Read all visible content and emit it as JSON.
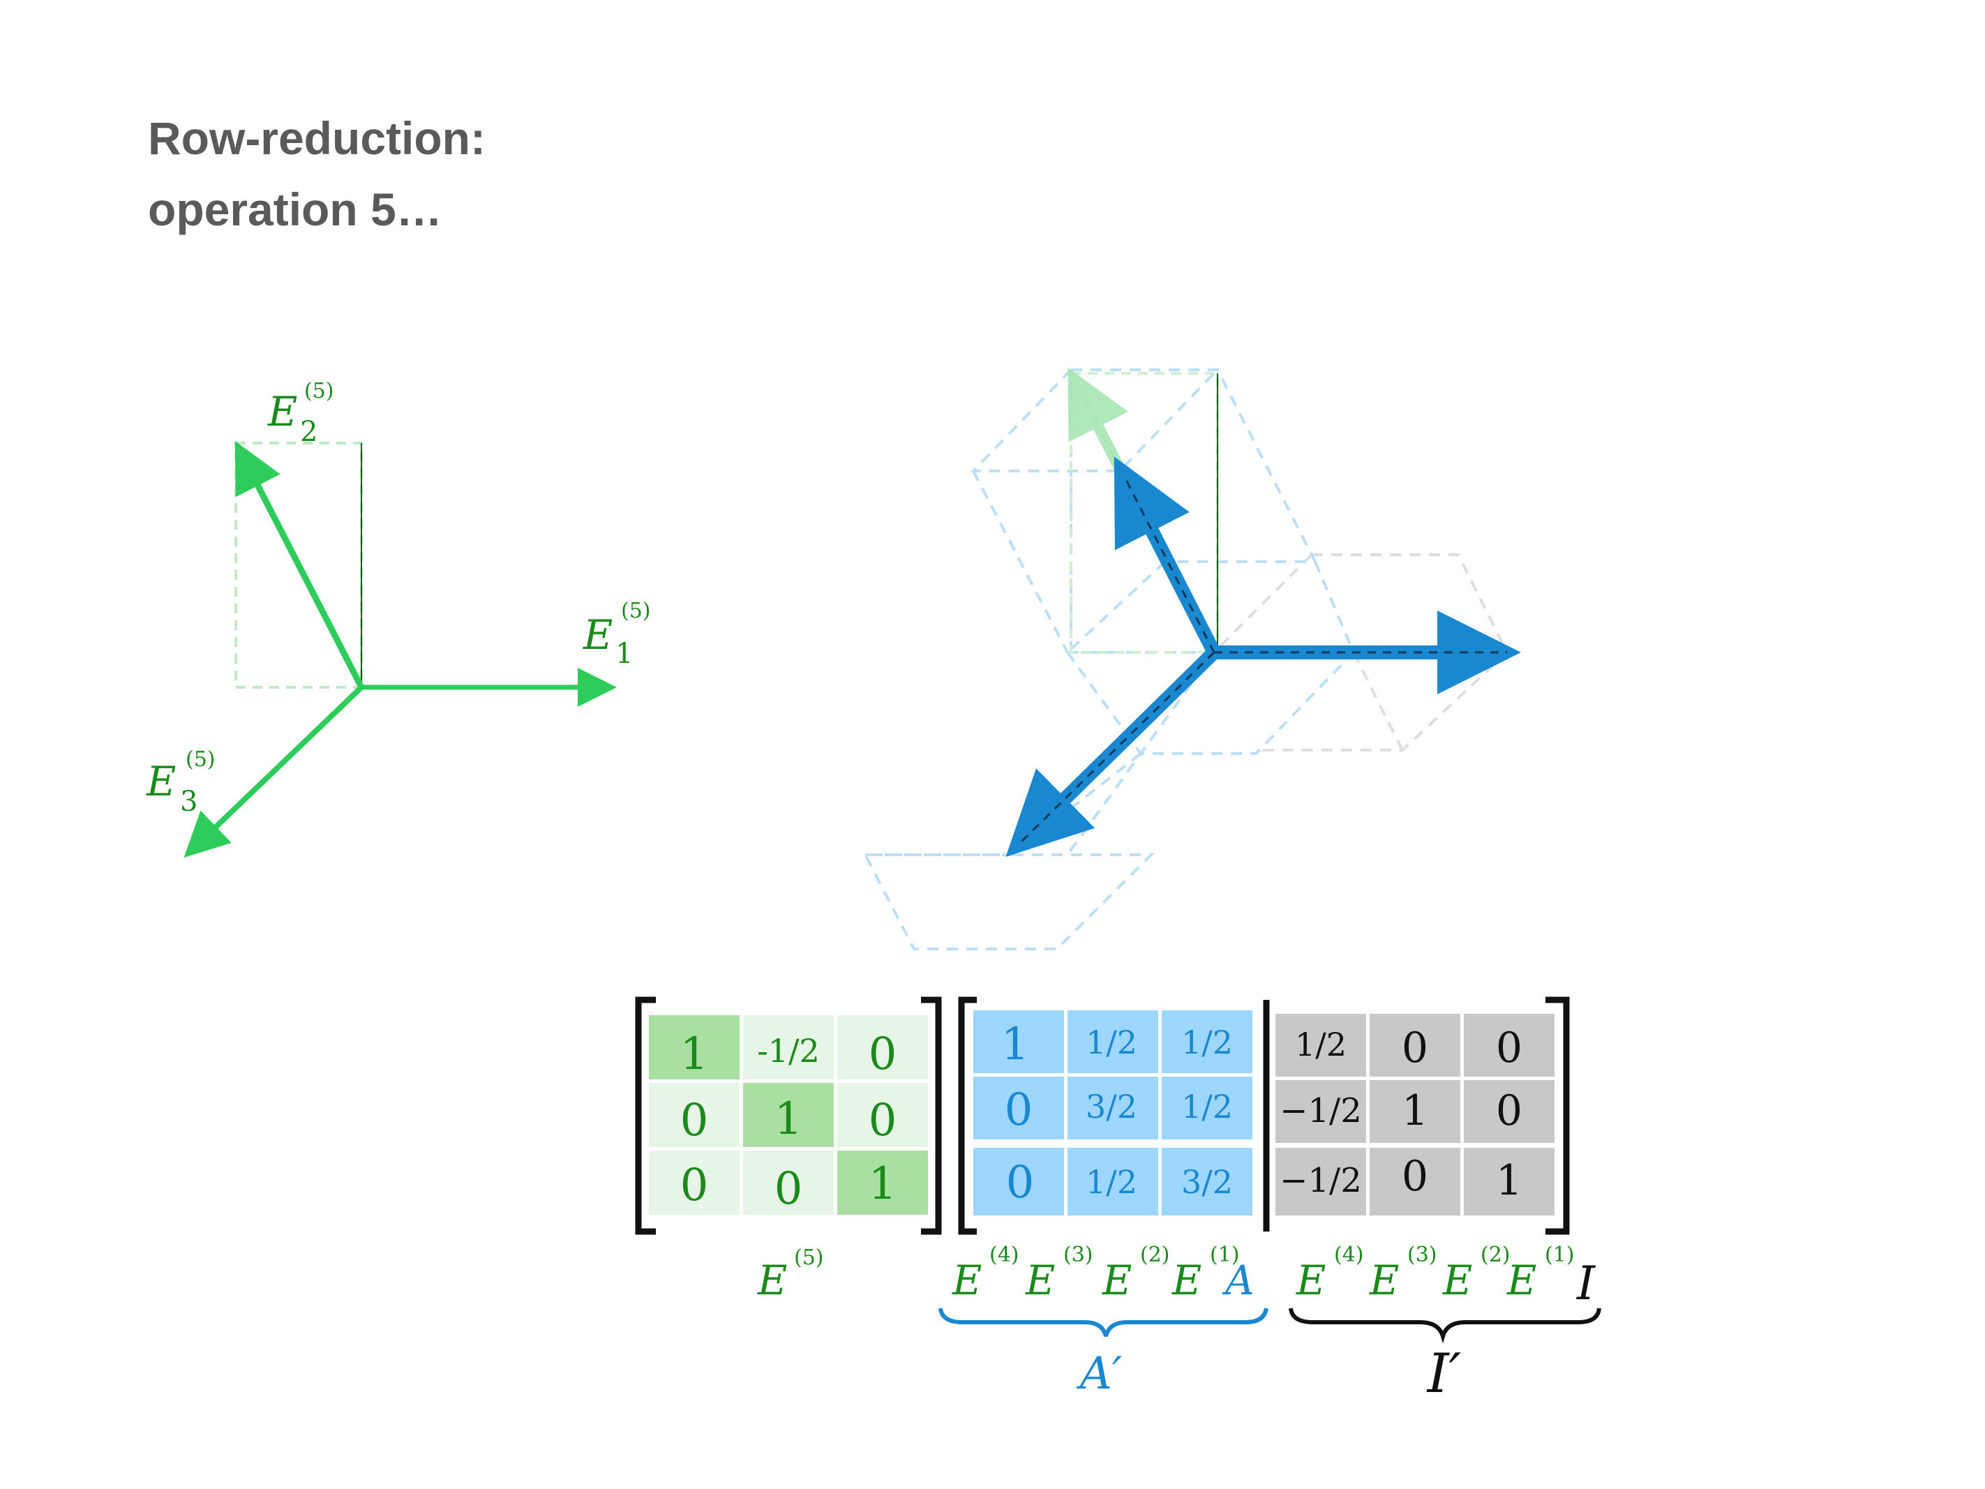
{
  "title": {
    "line1": "Row-reduction:",
    "line2": "operation 5…"
  },
  "colors": {
    "green": "#2ecc5a",
    "dark_green": "#1a8a1a",
    "blue": "#1a88d0",
    "light_blue": "#9dd6ff",
    "grey": "#c8c8c8"
  },
  "left_diagram": {
    "labels": [
      {
        "base": "E",
        "sub": "1",
        "sup": "(5)"
      },
      {
        "base": "E",
        "sub": "2",
        "sup": "(5)"
      },
      {
        "base": "E",
        "sub": "3",
        "sup": "(5)"
      }
    ]
  },
  "matrix_E": {
    "rows": [
      [
        "1",
        "-1/2",
        "0"
      ],
      [
        "0",
        "1",
        "0"
      ],
      [
        "0",
        "0",
        "1"
      ]
    ],
    "label": {
      "base": "E",
      "sup": "(5)"
    }
  },
  "matrix_A": {
    "rows": [
      [
        "1",
        "1/2",
        "1/2"
      ],
      [
        "0",
        "3/2",
        "1/2"
      ],
      [
        "0",
        "1/2",
        "3/2"
      ]
    ],
    "label_parts": [
      "E",
      "(4)",
      "E",
      "(3)",
      "E",
      "(2)",
      "E",
      "(1)",
      "A"
    ],
    "brace_label": "A′"
  },
  "matrix_I": {
    "rows": [
      [
        "1/2",
        "0",
        "0"
      ],
      [
        "−1/2",
        "1",
        "0"
      ],
      [
        "−1/2",
        "0",
        "1"
      ]
    ],
    "label_parts": [
      "E",
      "(4)",
      "E",
      "(3)",
      "E",
      "(2)",
      "E",
      "(1)",
      "I"
    ],
    "brace_label": "I′"
  }
}
